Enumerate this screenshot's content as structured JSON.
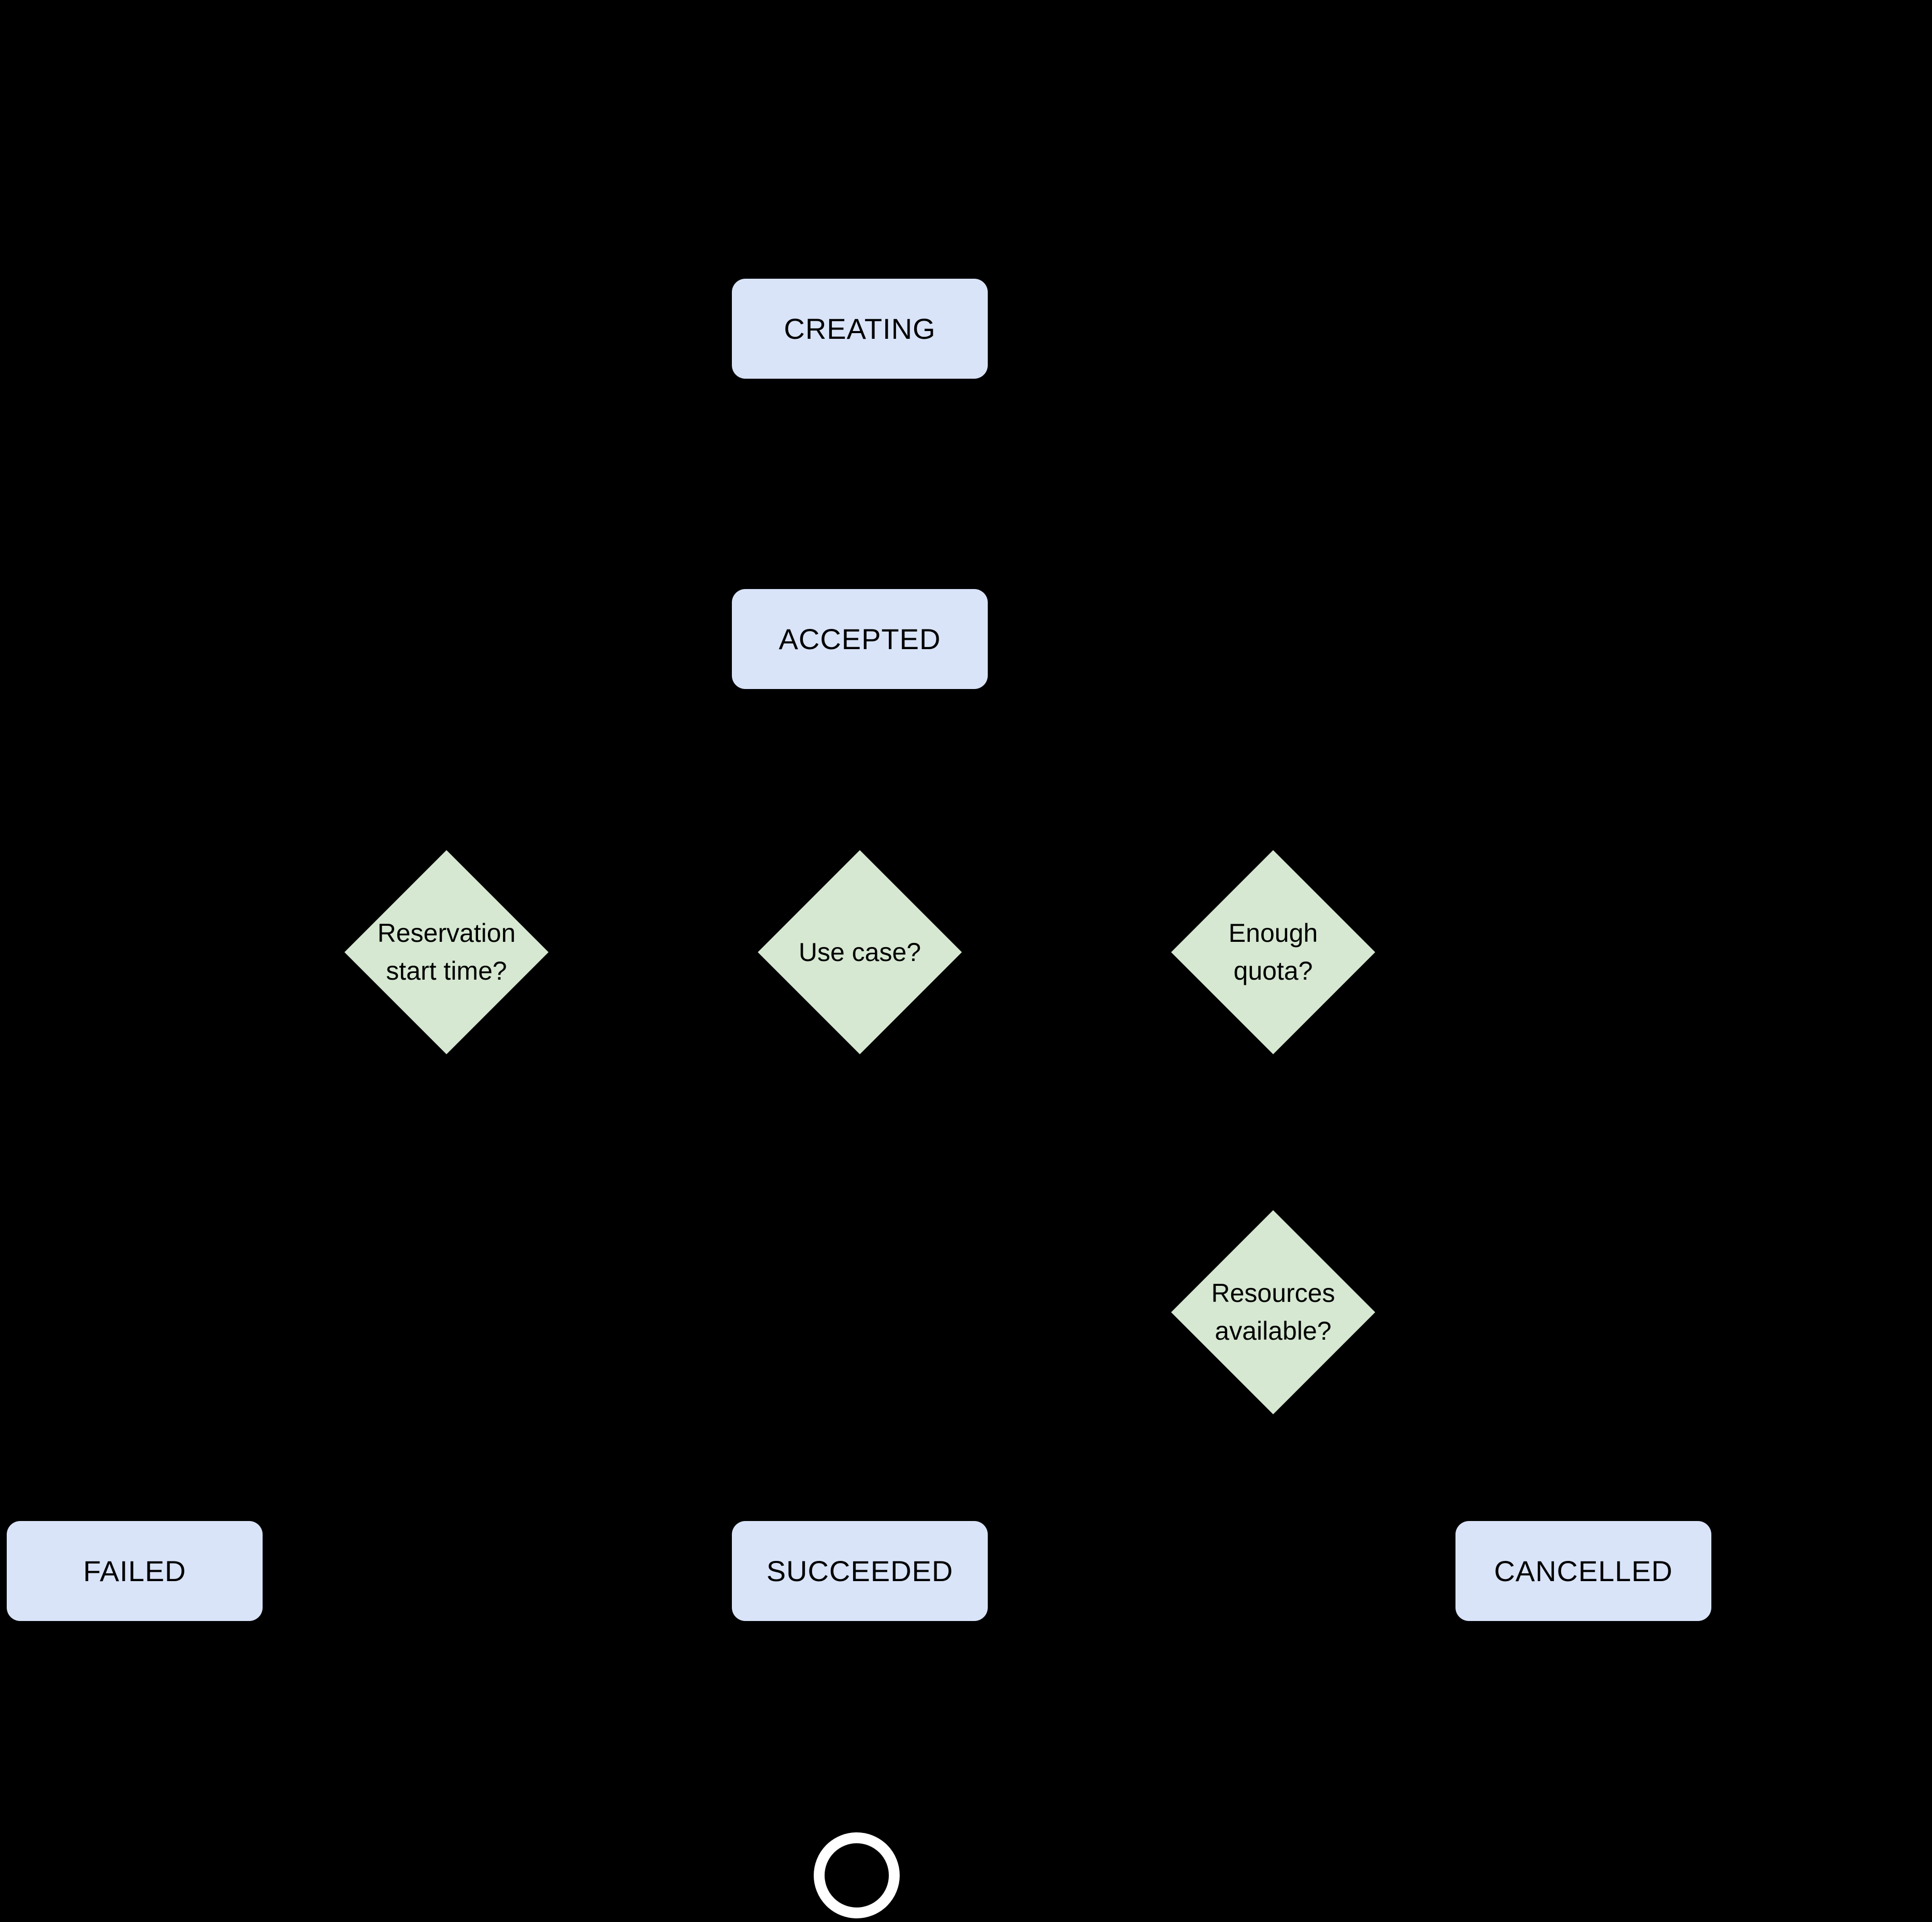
{
  "canvas": {
    "background": "#000000"
  },
  "colors": {
    "state_fill": "#d9e4f9",
    "decision_fill": "#d6e8d1",
    "label_text": "#000000",
    "end_node_ring": "#ffffff"
  },
  "states": {
    "creating": {
      "label": "CREATING"
    },
    "accepted": {
      "label": "ACCEPTED"
    },
    "failed": {
      "label": "FAILED"
    },
    "succeeded": {
      "label": "SUCCEEDED"
    },
    "cancelled": {
      "label": "CANCELLED"
    }
  },
  "decisions": {
    "reservation_start_time": {
      "line1": "Reservation",
      "line2": "start time?"
    },
    "use_case": {
      "line1": "Use case?",
      "line2": ""
    },
    "enough_quota": {
      "line1": "Enough",
      "line2": "quota?"
    },
    "resources_available": {
      "line1": "Resources",
      "line2": "available?"
    }
  },
  "end_node": {
    "icon": "end-state-ring-icon"
  }
}
